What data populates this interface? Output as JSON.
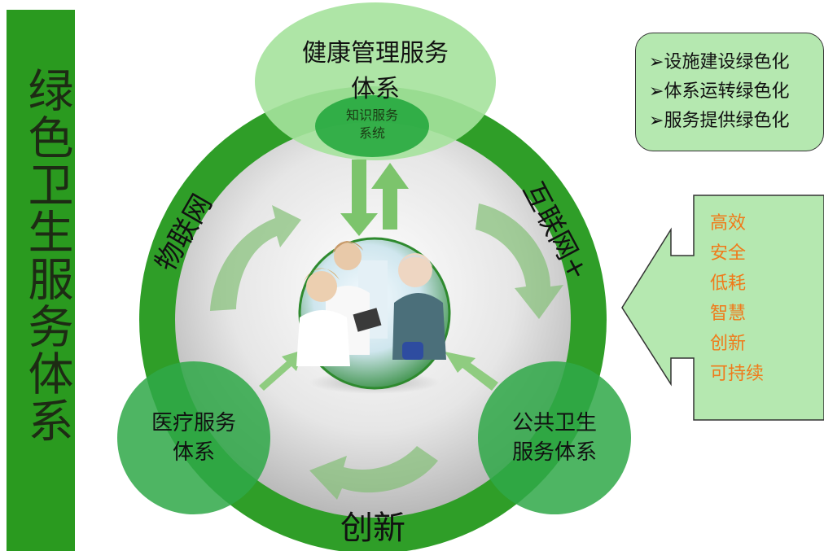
{
  "side_title": "绿色卫生服务体系",
  "top_system": {
    "line1": "健康管理服务",
    "line2": "体系"
  },
  "knowledge_system": {
    "line1": "知识服务",
    "line2": "系统"
  },
  "left_system": {
    "line1": "医疗服务",
    "line2": "体系"
  },
  "right_system": {
    "line1": "公共卫生",
    "line2": "服务体系"
  },
  "ring_labels": {
    "left": "物联网",
    "right": "互联网+",
    "bottom": "创新"
  },
  "green_goals": [
    "设施建设绿色化",
    "体系运转绿色化",
    "服务提供绿色化"
  ],
  "bullet_glyph": "➢",
  "attributes": [
    "高效",
    "安全",
    "低耗",
    "智慧",
    "创新",
    "可持续"
  ],
  "colors": {
    "ring": "#2f9e28",
    "accent": "#f07a1a",
    "sidebar": "#2a9a1f",
    "panel": "#b5e8b0"
  }
}
